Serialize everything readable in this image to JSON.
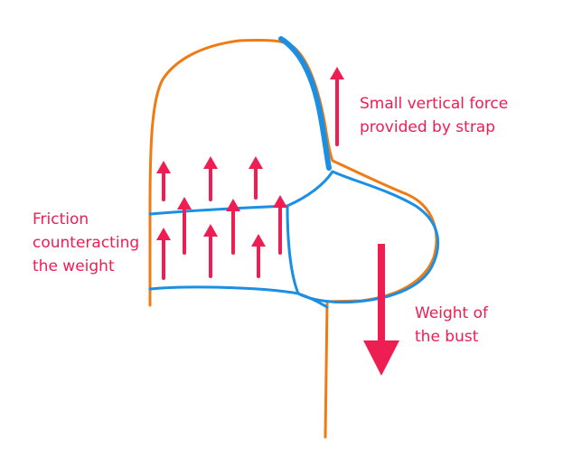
{
  "labels": {
    "strap_force": [
      "Small vertical force",
      "provided by strap"
    ],
    "friction": [
      "Friction",
      "counteracting",
      "the weight"
    ],
    "weight": [
      "Weight of",
      "the bust"
    ]
  },
  "colors": {
    "body_outline": "#f07b14",
    "garment_outline": "#1a8fe3",
    "force_arrow": "#ee1d52",
    "text": "#ee1d52"
  },
  "icons": [
    "upward-force-arrow",
    "downward-weight-arrow"
  ]
}
